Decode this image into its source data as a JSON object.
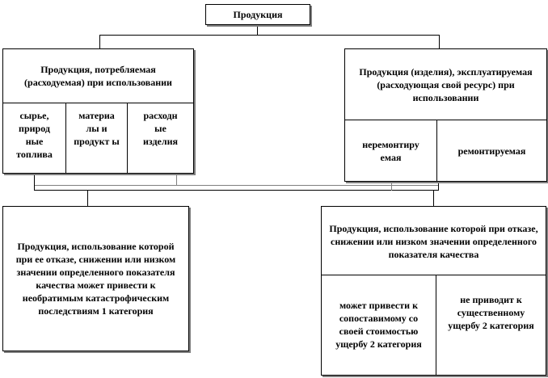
{
  "root": "Продукция",
  "consumed": {
    "title": "Продукция, потребляемая (расходуемая) при использовании",
    "sub": [
      "сырье, природ ные топлива",
      "материа лы и продукт ы",
      "расходн ые изделия"
    ]
  },
  "exploited": {
    "title": "Продукция (изделия), эксплуатируемая (расходующая свой ресурс) при использовании",
    "sub": [
      "неремонтиру емая",
      "ремонтируемая"
    ]
  },
  "category1": {
    "text": "Продукция, использование которой при ее отказе, снижении или низком значении определенного показателя качества может привести к необратимым катастрофическим последствиям 1 категория"
  },
  "category2": {
    "title": "Продукция, использование которой при отказе, снижении или низком значении определенного показателя качества",
    "sub": [
      "может привести к сопоставимому со своей стоимостью ущербу 2 категория",
      "не приводит к существенному ущербу 2 категория"
    ]
  }
}
